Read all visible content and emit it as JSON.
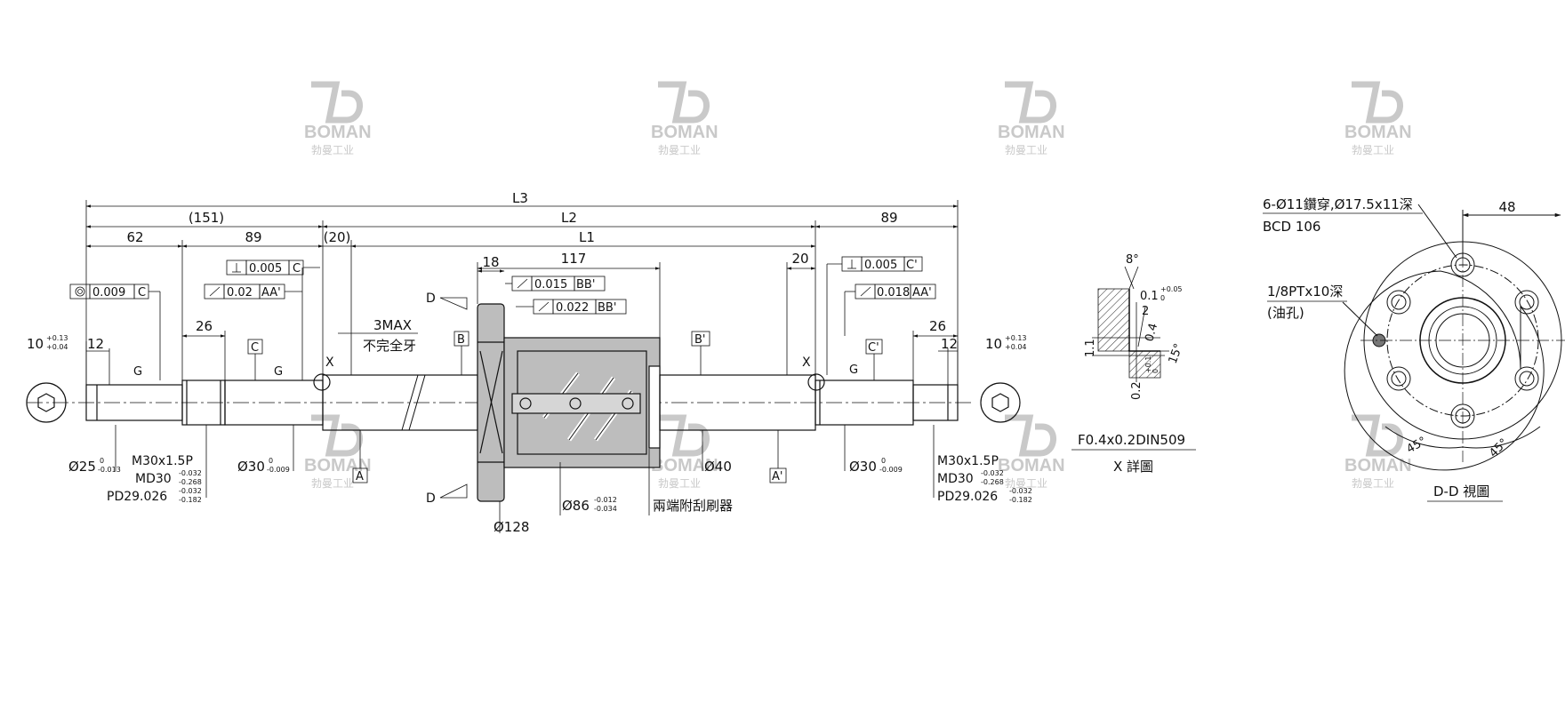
{
  "watermark": {
    "brand": "BOMAN",
    "sub": "勃曼工业"
  },
  "overall": {
    "L3": "L3",
    "dim151": "(151)",
    "L2": "L2",
    "dim89r": "89",
    "dim62": "62",
    "dim89l": "89",
    "dim20l": "(20)",
    "L1": "L1",
    "dim117": "117",
    "dim18": "18",
    "dim20r": "20"
  },
  "left_end": {
    "conc_value": "0.009",
    "conc_datum": "C",
    "dim10": "10",
    "tol10_up": "+0.13",
    "tol10_lo": "+0.04",
    "dim12": "12",
    "dim26": "26",
    "phi25": "Ø25",
    "phi25_tol_up": "0",
    "phi25_tol_lo": "-0.013",
    "thread": "M30x1.5P",
    "md": "MD30",
    "md_tol_up": "-0.032",
    "md_tol_lo": "-0.268",
    "pd": "PD29.026",
    "pd_tol_up": "-0.032",
    "pd_tol_lo": "-0.182",
    "phi30": "Ø30",
    "phi30_tol_up": "0",
    "phi30_tol_lo": "-0.009",
    "perp_value": "0.005",
    "perp_datum": "C",
    "run_value": "0.02",
    "run_datum": "AA'",
    "datum_C": "C",
    "datum_A": "A",
    "g": "G",
    "x": "X"
  },
  "middle": {
    "max3": "3MAX",
    "incomplete": "不完全牙",
    "datum_B": "B",
    "datum_Bp": "B'",
    "datum_Ap": "A'",
    "run1_value": "0.015",
    "run1_datum": "BB'",
    "run2_value": "0.022",
    "run2_datum": "BB'",
    "phi40": "Ø40",
    "phi86": "Ø86",
    "phi86_tol_up": "-0.012",
    "phi86_tol_lo": "-0.034",
    "wipers": "兩端附刮刷器",
    "phi128": "Ø128",
    "D": "D"
  },
  "right_end": {
    "perp_value": "0.005",
    "perp_datum": "C'",
    "run_value": "0.018",
    "run_datum": "AA'",
    "dim26": "26",
    "dim12": "12",
    "dim10": "10",
    "tol10_up": "+0.13",
    "tol10_lo": "+0.04",
    "phi30": "Ø30",
    "phi30_tol_up": "0",
    "phi30_tol_lo": "-0.009",
    "thread": "M30x1.5P",
    "md": "MD30",
    "md_tol_up": "-0.032",
    "md_tol_lo": "-0.268",
    "pd": "PD29.026",
    "pd_tol_up": "-0.032",
    "pd_tol_lo": "-0.182",
    "datum_Cp": "C'",
    "g": "G",
    "x": "X"
  },
  "detail_x": {
    "angle8": "8°",
    "dim01": "0.1",
    "dim01_up": "+0.05",
    "dim01_lo": "0",
    "dim2": "2",
    "dim04": "0.4",
    "dim11": "1.1",
    "angle15": "15°",
    "dim02": "0.2",
    "dim02_up": "+0.1",
    "dim02_lo": "0",
    "caption": "F0.4x0.2DIN509",
    "title": "X 詳圖"
  },
  "view_dd": {
    "holes": "6-Ø11鑽穿,Ø17.5x11深",
    "bcd": "BCD 106",
    "dim48": "48",
    "oil": "1/8PTx10深",
    "oil2": "(油孔)",
    "angle45a": "45°",
    "angle45b": "45°",
    "title": "D-D 視圖"
  },
  "colors": {
    "line": "#111111",
    "nut_fill": "#bdbdbd",
    "watermark": "#c9c9c9"
  }
}
